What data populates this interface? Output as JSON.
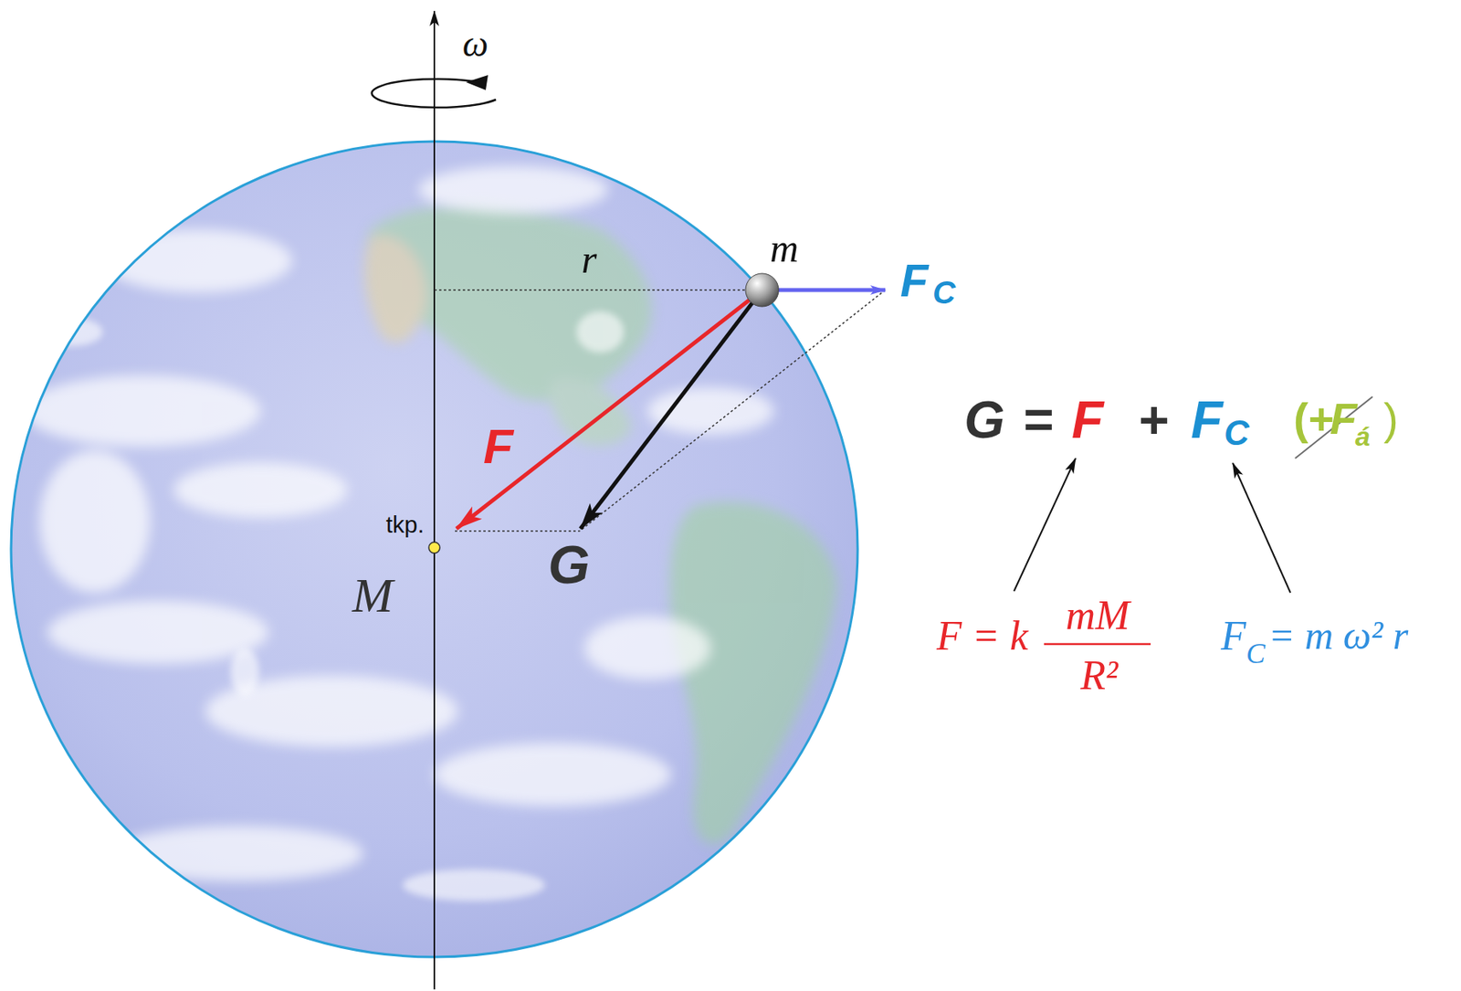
{
  "diagram": {
    "labels": [
      "ω",
      "r",
      "m",
      "F",
      "C",
      "F",
      "G",
      "tkp.",
      "M",
      "G",
      "=",
      "F",
      "+",
      "F",
      "C",
      "(+",
      "F",
      "á",
      ")",
      "F = k",
      "mM",
      "R²",
      "F",
      "C",
      "= m ω² r"
    ]
  }
}
